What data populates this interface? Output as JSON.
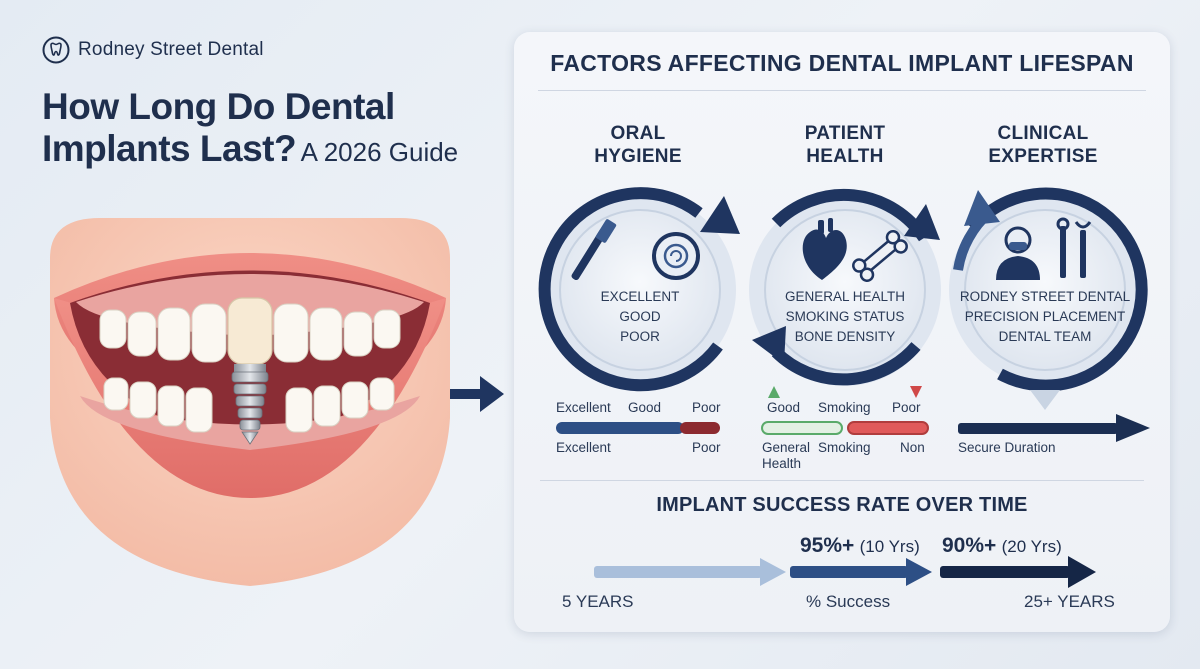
{
  "brand": {
    "name": "Rodney Street Dental",
    "logo_icon": "tooth-icon"
  },
  "headline": {
    "main": "How Long Do Dental Implants Last?",
    "sub": "A 2026 Guide"
  },
  "panel": {
    "title": "FACTORS AFFECTING DENTAL IMPLANT LIFESPAN",
    "factors": [
      {
        "title_line1": "ORAL",
        "title_line2": "HYGIENE",
        "icons": [
          "toothbrush-icon",
          "floss-icon"
        ],
        "items": [
          "EXCELLENT",
          "GOOD",
          "POOR"
        ],
        "scale_top": [
          "Excellent",
          "Good",
          "Poor"
        ],
        "scale_bottom": [
          "Excellent",
          "Poor"
        ]
      },
      {
        "title_line1": "PATIENT",
        "title_line2": "HEALTH",
        "icons": [
          "heart-icon",
          "bone-icon"
        ],
        "items": [
          "GENERAL HEALTH",
          "SMOKING STATUS",
          "BONE DENSITY"
        ],
        "scale_top": [
          "Good",
          "Smoking",
          "Poor"
        ],
        "scale_bottom": [
          "General Health",
          "Smoking",
          "Non"
        ]
      },
      {
        "title_line1": "CLINICAL",
        "title_line2": "EXPERTISE",
        "icons": [
          "dentist-icon",
          "dental-tools-icon"
        ],
        "items": [
          "RODNEY STREET DENTAL",
          "PRECISION PLACEMENT",
          "DENTAL TEAM"
        ],
        "scale_bottom": [
          "Secure Duration"
        ]
      }
    ]
  },
  "success": {
    "title": "IMPLANT SUCCESS RATE OVER TIME",
    "rates": [
      {
        "value": "95%+",
        "years": "(10 Yrs)"
      },
      {
        "value": "90%+",
        "years": "(20 Yrs)"
      }
    ],
    "timeline": [
      "5 YEARS",
      "% Success",
      "25+ YEARS"
    ]
  },
  "colors": {
    "navy": "#1f3560",
    "navy_dark": "#152646",
    "mid_blue": "#3a5a8e",
    "light_blue": "#a9bfdb",
    "red": "#c94a4a",
    "green": "#5aaa6a",
    "gum": "#e9a4a0"
  }
}
